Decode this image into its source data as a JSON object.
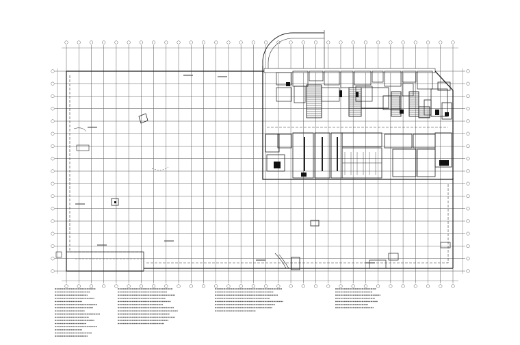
{
  "drawing": {
    "type": "architectural floor plan",
    "background": "#ffffff",
    "line_color": "#222222",
    "grid_color": "#555555",
    "dashed_color": "#333333",
    "grid": {
      "vertical_line_count": 32,
      "horizontal_line_count": 17
    },
    "notes": {
      "columns": 4,
      "column_1_line_count": 16,
      "column_2_line_count": 12,
      "column_3_line_count": 8,
      "column_4_line_count": 7,
      "legible_text": ""
    }
  }
}
